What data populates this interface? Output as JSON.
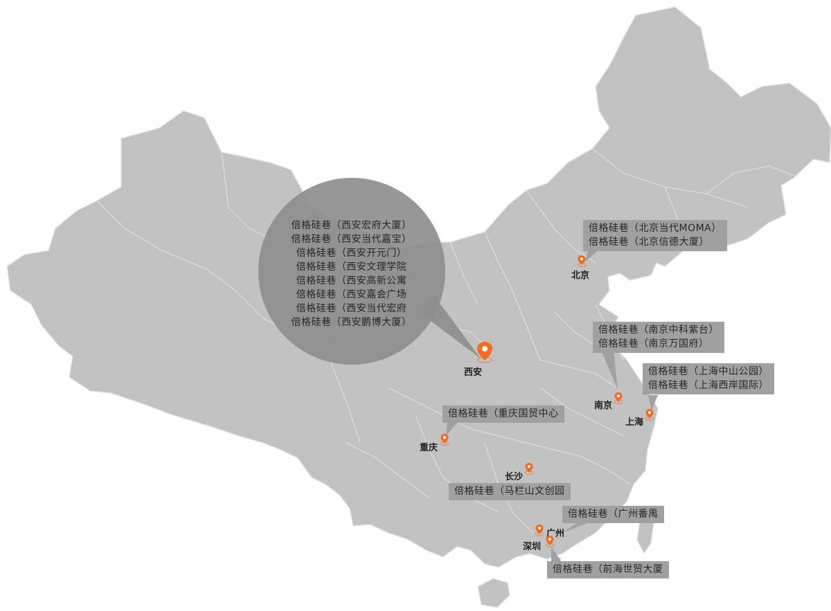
{
  "colors": {
    "land": "#c2c2c2",
    "borders": "#e2e2e2",
    "callout": "#a0a0a0",
    "bubble": "#8e8e8e",
    "pin": "#f26c21"
  },
  "featured": {
    "city": "西安",
    "locations": [
      "倍格硅巷（西安宏府大厦）",
      "倍格硅巷（西安当代嘉宝）",
      "倍格硅巷（西安开元门）",
      "倍格硅巷（西安文理学院",
      "倍格硅巷（西安高新公寓",
      "倍格硅巷（西安嘉会广场",
      "倍格硅巷（西安当代宏府",
      "倍格硅巷（西安鹏博大厦）"
    ]
  },
  "cities": {
    "beijing": "北京",
    "nanjing": "南京",
    "shanghai": "上海",
    "chongqing": "重庆",
    "changsha": "长沙",
    "guangzhou": "广州",
    "shenzhen": "深圳"
  },
  "callouts": {
    "beijing": [
      "倍格硅巷（北京当代MOMA）",
      "倍格硅巷（北京信德大厦）"
    ],
    "nanjing": [
      "倍格硅巷（南京中科紫台）",
      "倍格硅巷（南京万国府）"
    ],
    "shanghai": [
      "倍格硅巷（上海中山公园）",
      "倍格硅巷（上海西岸国际）"
    ],
    "chongqing": [
      "倍格硅巷（重庆国贸中心"
    ],
    "changsha": [
      "倍格硅巷（马栏山文创园"
    ],
    "guangzhou": [
      "倍格硅巷（广州番禺"
    ],
    "shenzhen": [
      "倍格硅巷（前海世贸大厦"
    ]
  }
}
